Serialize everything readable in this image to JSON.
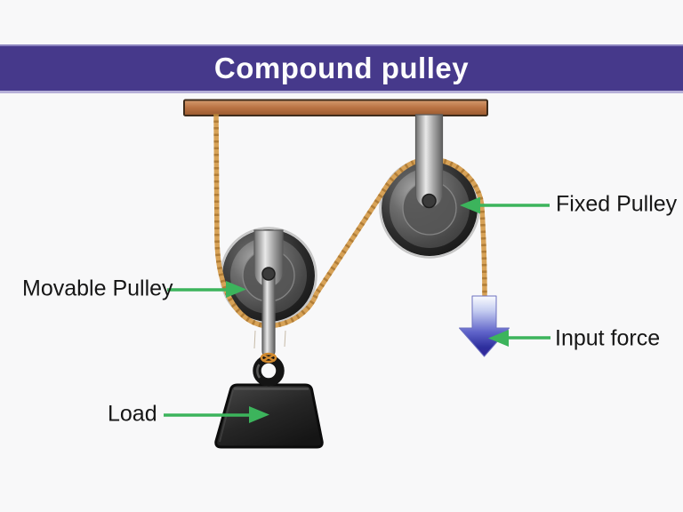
{
  "title": "Compound pulley",
  "labels": {
    "movable_pulley": "Movable Pulley",
    "fixed_pulley": "Fixed Pulley",
    "load": "Load",
    "input_force": "Input force"
  },
  "icons": {
    "input_force_arrow": "down-arrow",
    "pointer_arrows": "green-pointer-arrow"
  },
  "colors": {
    "background": "#F8F8F9",
    "banner_bg": "#46398B",
    "title_text": "#FFFFFF",
    "label_text": "#161616",
    "beam_wood": "#B97243",
    "rope": "#D7A257",
    "rope_shadow": "#A87430",
    "pulley_rim": "#1E1E1E",
    "pulley_disc": "#4A4A4A",
    "metal_strap": "#C9C9C9",
    "pointer_green": "#3CB45C",
    "input_arrow_blue_dark": "#2D2F9D",
    "load_black": "#1D1D1D"
  }
}
